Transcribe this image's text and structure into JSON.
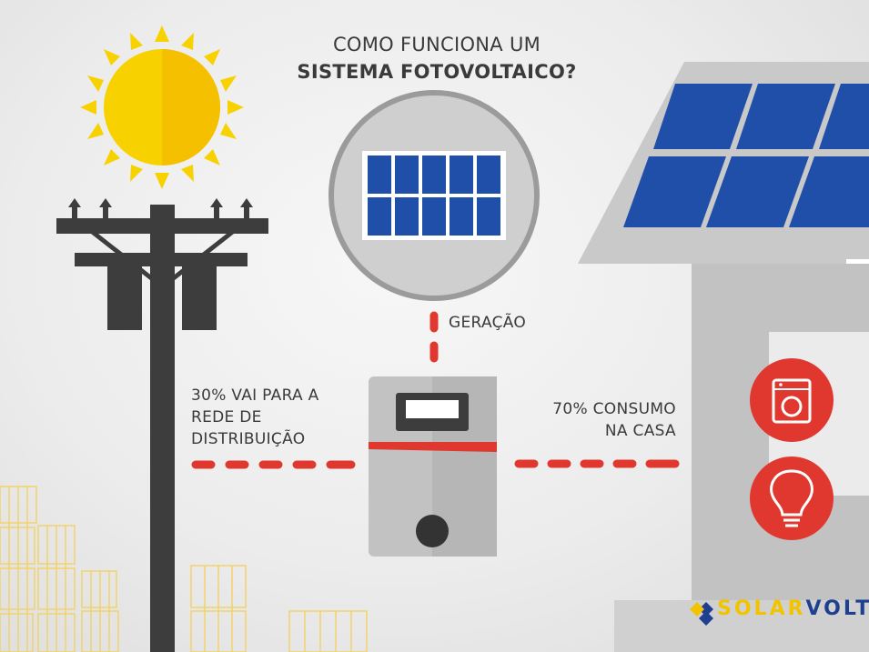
{
  "title": {
    "line1": "COMO FUNCIONA UM",
    "line2": "SISTEMA FOTOVOLTAICO?"
  },
  "labels": {
    "generation": "GERAÇÃO",
    "grid_line1": "30% VAI PARA A",
    "grid_line2": "REDE DE",
    "grid_line3": "DISTRIBUIÇÃO",
    "home_line1": "70% CONSUMO",
    "home_line2": "NA CASA"
  },
  "logo": {
    "part1": "SOLAR",
    "part2": "VOLT"
  },
  "icons": [
    "sun-icon",
    "solar-panel-icon",
    "power-pole-icon",
    "inverter-icon",
    "house-icon",
    "washing-machine-icon",
    "lightbulb-icon"
  ],
  "colors": {
    "accent_red": "#e0382e",
    "panel_blue": "#1f4fa8",
    "sun_yellow": "#f7d200",
    "pole_gray": "#3d3d3d"
  }
}
